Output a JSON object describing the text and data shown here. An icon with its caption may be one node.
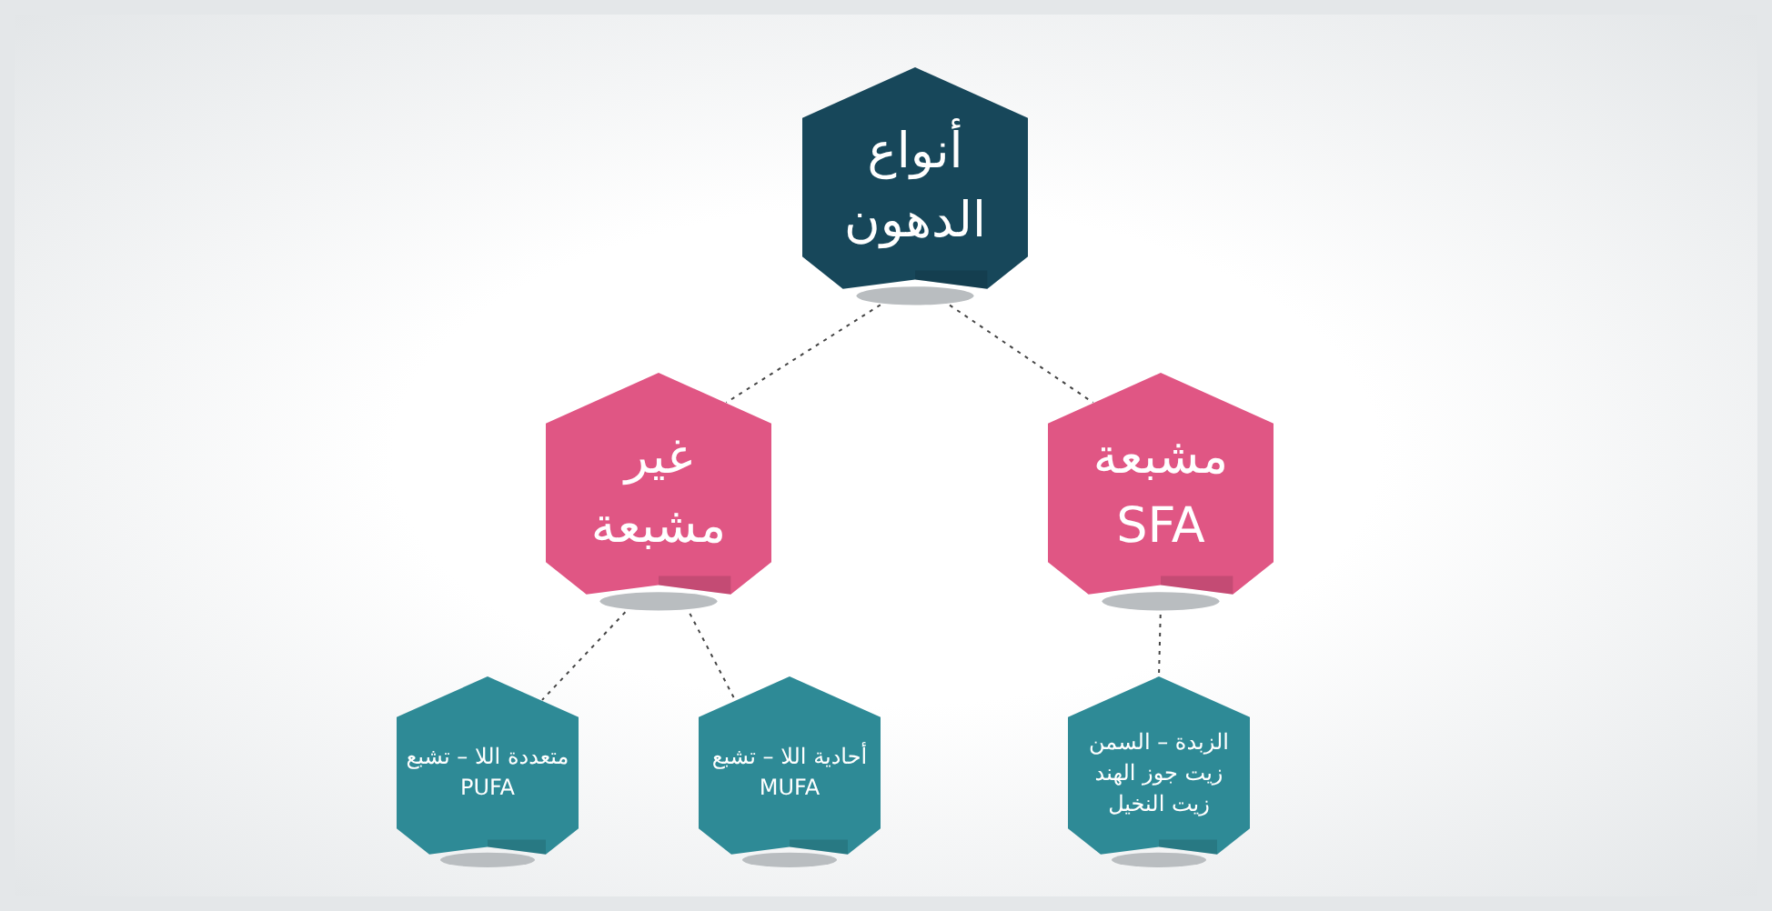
{
  "diagram": {
    "nodes": [
      {
        "text": [
          "أنواع الدهون"
        ]
      },
      {
        "text": [
          "غير مشبعة"
        ]
      },
      {
        "text": [
          "مشبعة",
          "SFA"
        ]
      },
      {
        "text": [
          "متعددة اللا – تشبع",
          "PUFA"
        ]
      },
      {
        "text": [
          "أحادية اللا – تشبع",
          "MUFA"
        ]
      },
      {
        "text": [
          "الزبدة – السمن",
          "زيت جوز الهند",
          "زيت النخيل"
        ]
      }
    ],
    "edges": [
      {
        "from": 0,
        "to": 1,
        "arrow": "none",
        "style": "dashed"
      },
      {
        "from": 0,
        "to": 2,
        "arrow": "none",
        "style": "dashed"
      },
      {
        "from": 1,
        "to": 3,
        "arrow": "none",
        "style": "dashed"
      },
      {
        "from": 1,
        "to": 4,
        "arrow": "none",
        "style": "dashed"
      },
      {
        "from": 2,
        "to": 5,
        "arrow": "none",
        "style": "dashed"
      }
    ]
  }
}
